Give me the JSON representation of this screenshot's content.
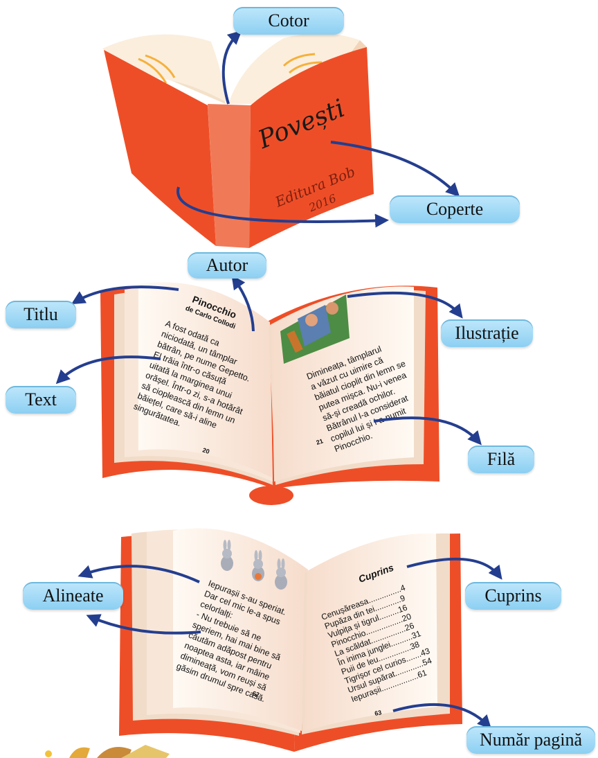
{
  "labels": {
    "cotor": "Cotor",
    "coperte": "Coperte",
    "autor": "Autor",
    "titlu": "Titlu",
    "ilustratie": "Ilustrație",
    "text": "Text",
    "fila": "Filă",
    "alineate": "Alineate",
    "cuprins": "Cuprins",
    "numar_pagina": "Număr pagină"
  },
  "book1": {
    "title": "Povești",
    "publisher": "Editura Bob",
    "year": "2016"
  },
  "book2": {
    "title": "Pinocchio",
    "author": "de Carlo Collodi",
    "left_lines": [
      "A fost odată ca",
      "niciodată, un tâmplar",
      "bătrân, pe nume Gepetto.",
      "El trăia într-o căsuță",
      "uitată la marginea unui",
      "orășel. Într-o zi, s-a hotărât",
      "să cioplească din lemn un",
      "băiețel, care să-i aline",
      "singurătatea."
    ],
    "left_page_number": "20",
    "right_lines": [
      "Dimineața, tâmplarul",
      "a văzut cu uimire că",
      "băiatul cioplit din lemn se",
      "putea mișca. Nu-i venea",
      "să-și creadă ochilor.",
      "Bătrânul l-a considerat",
      "copilul lui și l-a numit",
      "Pinocchio."
    ],
    "right_page_number": "21"
  },
  "book3": {
    "left_lines": [
      "Iepurașii s-au speriat.",
      "Dar cel mic le-a spus",
      "celorlalți:",
      "- Nu trebuie să ne",
      "speriem, hai mai bine să",
      "căutăm adăpost pentru",
      "noaptea asta, iar mâine",
      "dimineață, vom reuși să",
      "găsim drumul spre casă."
    ],
    "left_page_number": "62",
    "toc_title": "Cuprins",
    "toc": [
      {
        "name": "Cenușăreasa",
        "page": "4"
      },
      {
        "name": "Pupăza din tei",
        "page": "9"
      },
      {
        "name": "Vulpița și tigrul",
        "page": "16"
      },
      {
        "name": "Pinocchio",
        "page": "20"
      },
      {
        "name": "La scăldat",
        "page": "26"
      },
      {
        "name": "În inima junglei",
        "page": "31"
      },
      {
        "name": "Puii de leu",
        "page": "38"
      },
      {
        "name": "Tigrișor cel curios",
        "page": "43"
      },
      {
        "name": "Ursul supărat",
        "page": "54"
      },
      {
        "name": "Iepurașii",
        "page": "61"
      }
    ],
    "right_page_number": "63"
  },
  "colors": {
    "cover": "#ee4e27",
    "spine": "#f07a58",
    "page": "#fff4ea",
    "arrow": "#243e8f",
    "label": "#a8dcf6"
  }
}
